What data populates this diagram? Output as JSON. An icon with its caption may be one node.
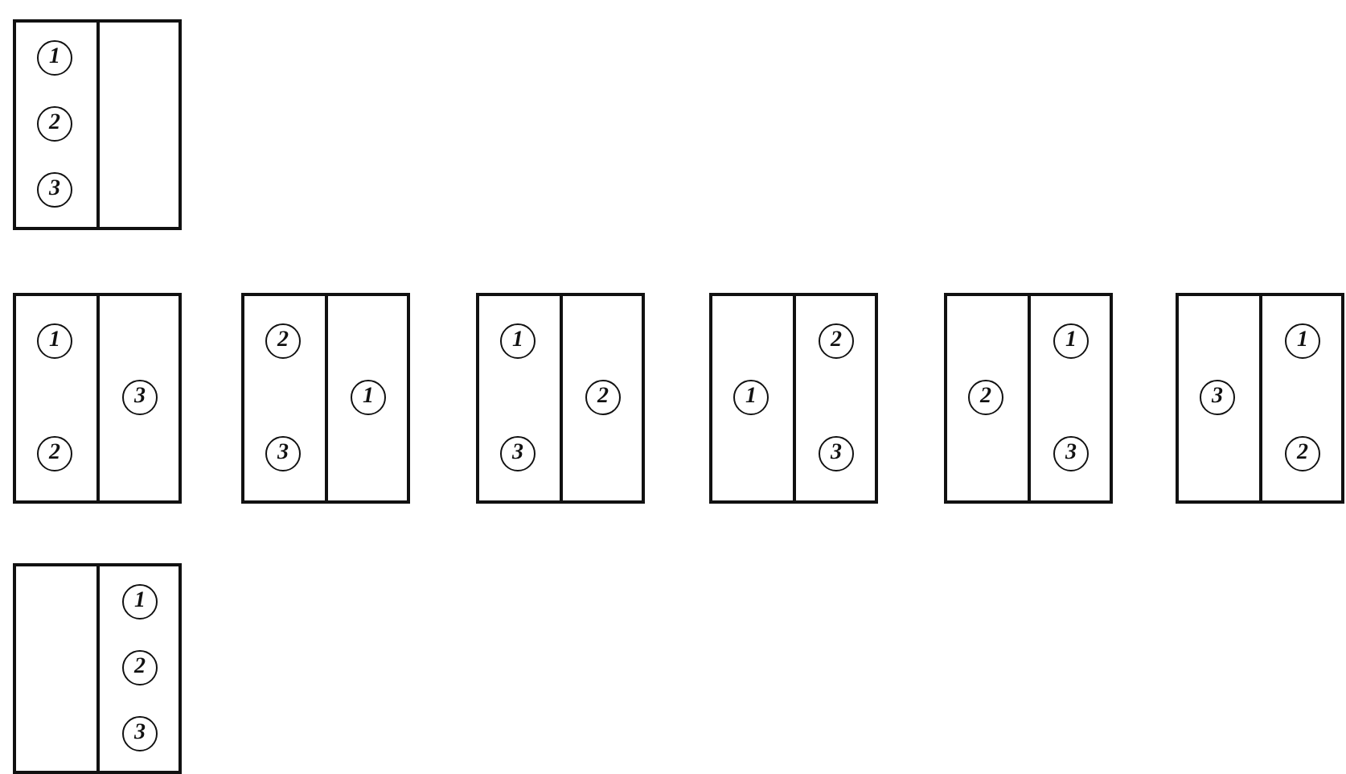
{
  "diagram": {
    "nodes": [
      {
        "text": [],
        "shape": "box"
      },
      {
        "text": [
          "1"
        ],
        "in": 0
      },
      {
        "text": [
          "2"
        ],
        "in": 0
      },
      {
        "text": [
          "3"
        ],
        "in": 0
      },
      {
        "text": [],
        "shape": "box"
      },
      {
        "text": [
          "1"
        ],
        "in": 4
      },
      {
        "text": [
          "2"
        ],
        "in": 4
      },
      {
        "text": [
          "3"
        ],
        "in": 4
      },
      {
        "text": [],
        "shape": "box"
      },
      {
        "text": [
          "2"
        ],
        "in": 8
      },
      {
        "text": [
          "3"
        ],
        "in": 8
      },
      {
        "text": [
          "1"
        ],
        "in": 8
      },
      {
        "text": [],
        "shape": "box"
      },
      {
        "text": [
          "1"
        ],
        "in": 12
      },
      {
        "text": [
          "3"
        ],
        "in": 12
      },
      {
        "text": [
          "2"
        ],
        "in": 12
      },
      {
        "text": [],
        "shape": "box"
      },
      {
        "text": [
          "1"
        ],
        "in": 16
      },
      {
        "text": [
          "2"
        ],
        "in": 16
      },
      {
        "text": [
          "3"
        ],
        "in": 16
      },
      {
        "text": [],
        "shape": "box"
      },
      {
        "text": [
          "2"
        ],
        "in": 20
      },
      {
        "text": [
          "1"
        ],
        "in": 20
      },
      {
        "text": [
          "3"
        ],
        "in": 20
      },
      {
        "text": [],
        "shape": "box"
      },
      {
        "text": [
          "3"
        ],
        "in": 24
      },
      {
        "text": [
          "1"
        ],
        "in": 24
      },
      {
        "text": [
          "2"
        ],
        "in": 24
      },
      {
        "text": [],
        "shape": "box"
      },
      {
        "text": [
          "1"
        ],
        "in": 28
      },
      {
        "text": [
          "2"
        ],
        "in": 28
      },
      {
        "text": [
          "3"
        ],
        "in": 28
      }
    ]
  }
}
